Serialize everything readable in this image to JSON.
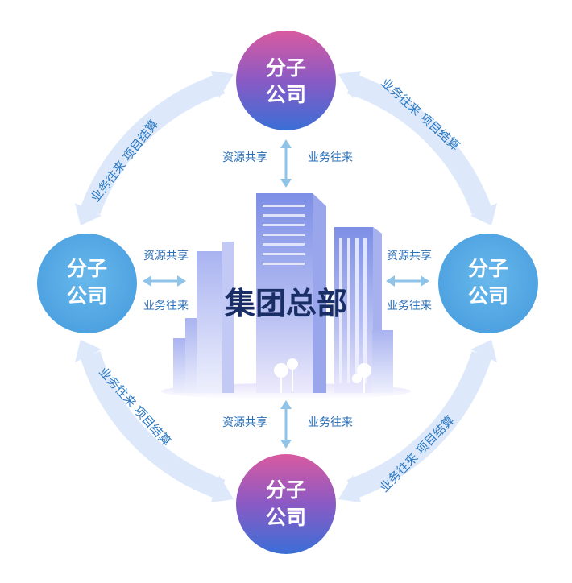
{
  "center": {
    "title": "集团总部"
  },
  "nodes": [
    {
      "id": "top",
      "line1": "分子",
      "line2": "公司"
    },
    {
      "id": "left",
      "line1": "分子",
      "line2": "公司"
    },
    {
      "id": "right",
      "line1": "分子",
      "line2": "公司"
    },
    {
      "id": "bottom",
      "line1": "分子",
      "line2": "公司"
    }
  ],
  "links": {
    "top": {
      "a": "资源共享",
      "b": "业务往来"
    },
    "left": {
      "a": "资源共享",
      "b": "业务往来"
    },
    "right": {
      "a": "资源共享",
      "b": "业务往来"
    },
    "bottom": {
      "a": "资源共享",
      "b": "业务往来"
    }
  },
  "arcs": {
    "top_left": "业务往来 项目结算",
    "top_right": "业务往来 项目结算",
    "bottom_left": "业务往来 项目结算",
    "bottom_right": "业务往来 项目结算"
  },
  "colors": {
    "node_top_start": "#d95aa0",
    "node_top_end": "#3a6fd6",
    "node_side": "#5aaee6",
    "arc": "#dde9fb",
    "link_arrow": "#8fc3e8"
  }
}
